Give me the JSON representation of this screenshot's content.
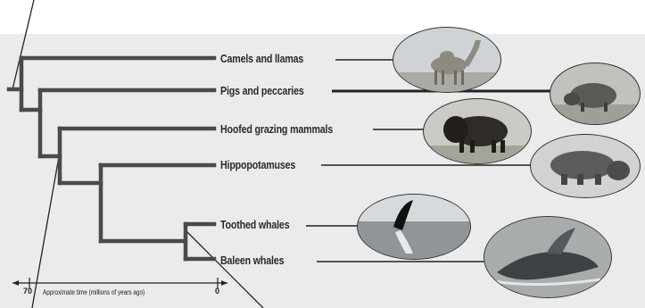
{
  "taxa": [
    {
      "label": "Camels and llamas",
      "icon": "camel-photo"
    },
    {
      "label": "Pigs and peccaries",
      "icon": "pig-photo"
    },
    {
      "label": "Hoofed grazing mammals",
      "icon": "bison-photo"
    },
    {
      "label": "Hippopotamuses",
      "icon": "hippo-photo"
    },
    {
      "label": "Toothed whales",
      "icon": "orca-photo"
    },
    {
      "label": "Baleen whales",
      "icon": "humpback-whale-photo"
    }
  ],
  "time_axis": {
    "label": "Approximate time (millions of years ago)",
    "start": "70",
    "end": "0"
  },
  "colors": {
    "background": "#ebebeb",
    "branch": "#4a4a4a"
  }
}
